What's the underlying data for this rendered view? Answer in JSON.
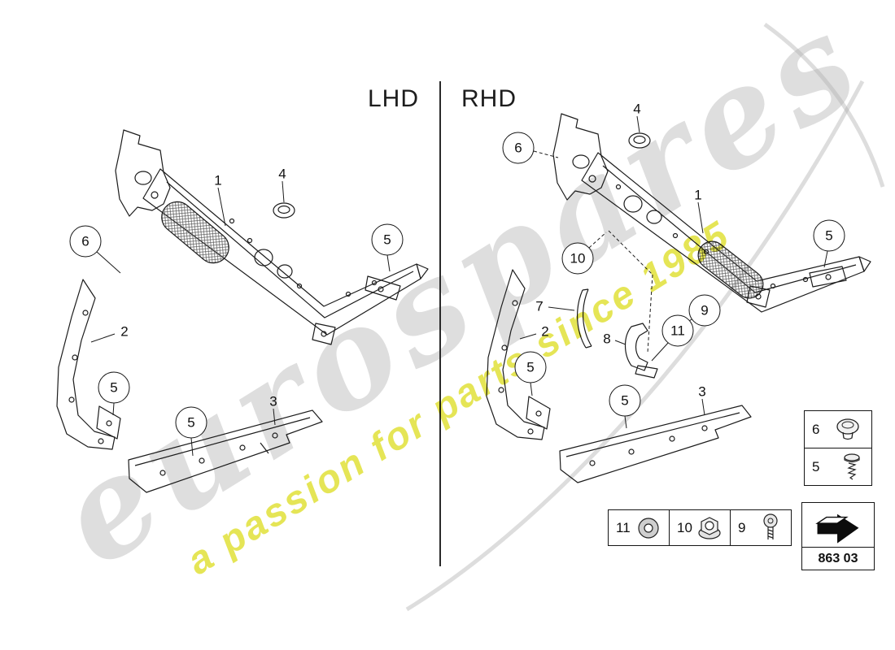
{
  "header": {
    "left_label": "LHD",
    "right_label": "RHD"
  },
  "watermark": {
    "brand": "eurospares",
    "tagline": "a passion for parts since 1985"
  },
  "lhd": {
    "callouts": [
      {
        "label": "1"
      },
      {
        "label": "4"
      },
      {
        "label": "6"
      },
      {
        "label": "5"
      },
      {
        "label": "2"
      },
      {
        "label": "5"
      },
      {
        "label": "5"
      },
      {
        "label": "3"
      }
    ]
  },
  "rhd": {
    "callouts": [
      {
        "label": "6"
      },
      {
        "label": "4"
      },
      {
        "label": "1"
      },
      {
        "label": "5"
      },
      {
        "label": "10"
      },
      {
        "label": "7"
      },
      {
        "label": "8"
      },
      {
        "label": "9"
      },
      {
        "label": "11"
      },
      {
        "label": "2"
      },
      {
        "label": "5"
      },
      {
        "label": "5"
      },
      {
        "label": "3"
      }
    ]
  },
  "legend": {
    "fastener_column": [
      {
        "number": "6",
        "icon": "grommet-icon"
      },
      {
        "number": "5",
        "icon": "screw-icon"
      }
    ],
    "fastener_row": [
      {
        "number": "11",
        "icon": "washer-icon"
      },
      {
        "number": "10",
        "icon": "flange-nut-icon"
      },
      {
        "number": "9",
        "icon": "bolt-icon"
      }
    ]
  },
  "part_group": {
    "code": "863 03",
    "icon": "direction-arrow-icon"
  }
}
